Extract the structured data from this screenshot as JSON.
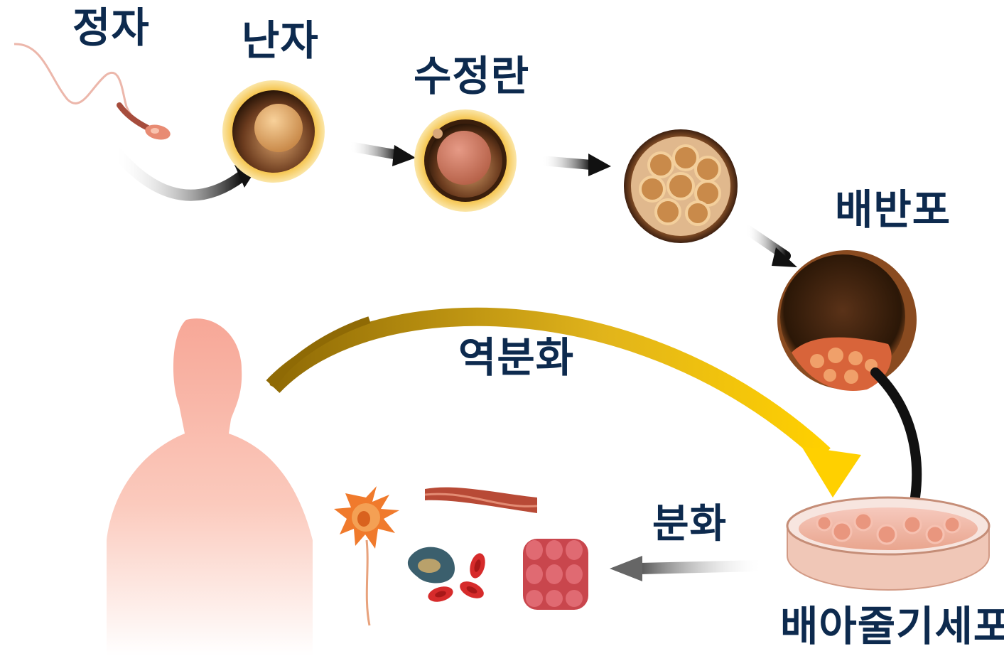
{
  "labels": {
    "sperm": "정자",
    "egg": "난자",
    "zygote": "수정란",
    "blastocyst": "배반포",
    "dedifferentiation": "역분화",
    "differentiation": "분화",
    "embryonic_stem_cell": "배아줄기세포"
  },
  "colors": {
    "label_text": "#0d2a4e",
    "gold_arrow": "#f2c21a",
    "gold_arrow_dark": "#a57c08",
    "dark_arrow": "#111111",
    "body_silhouette": "#f7a797",
    "cell_shell": "#e9b43c"
  },
  "icons": [
    "sperm-icon",
    "egg-cell-icon",
    "zygote-icon",
    "morula-icon",
    "blastocyst-icon",
    "human-silhouette-icon",
    "petri-dish-icon",
    "neuron-icon",
    "muscle-fiber-icon",
    "fat-cell-icon",
    "red-blood-cell-icon",
    "tissue-cluster-icon"
  ]
}
